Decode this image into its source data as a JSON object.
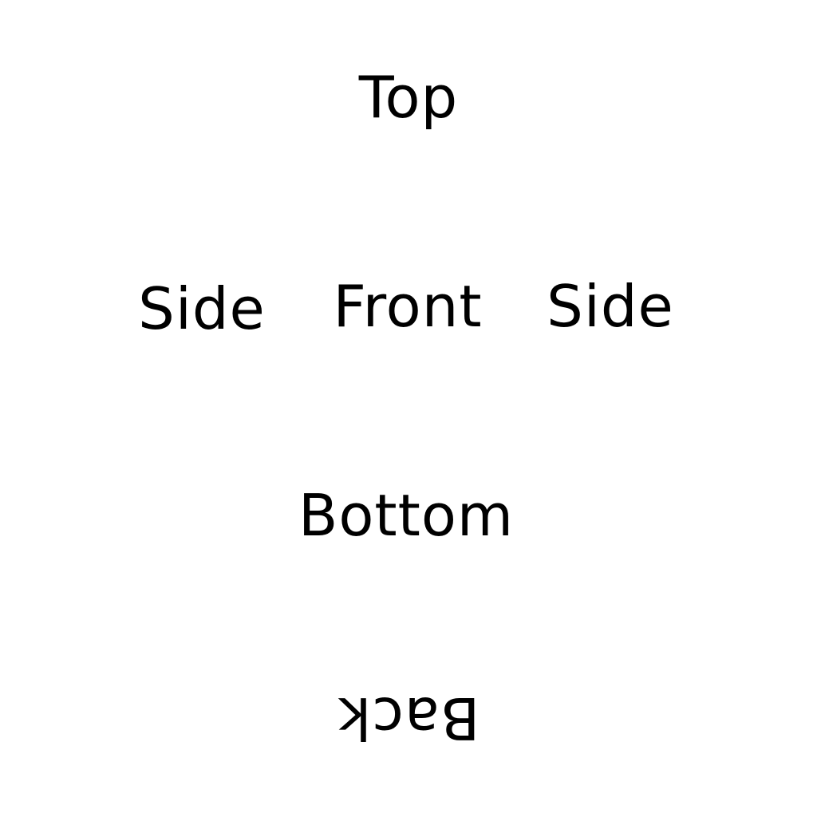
{
  "net": {
    "top": "Top",
    "side_left": "Side",
    "front": "Front",
    "side_right": "Side",
    "bottom": "Bottom",
    "back": "Back"
  },
  "colors": {
    "background": "#ffffff",
    "text": "#000000"
  }
}
